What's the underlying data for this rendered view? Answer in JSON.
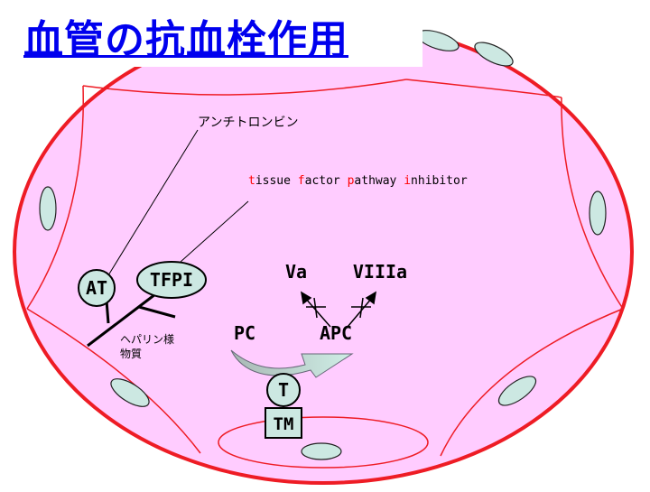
{
  "title": "血管の抗血栓作用",
  "labels": {
    "antithrombin": "アンチトロンビン",
    "tfpi_full": {
      "parts": [
        {
          "initial": "t",
          "rest": "issue"
        },
        {
          "initial": "f",
          "rest": "actor"
        },
        {
          "initial": "p",
          "rest": "athway"
        },
        {
          "initial": "i",
          "rest": "nhibitor"
        }
      ]
    },
    "at": "AT",
    "tfpi": "TFPI",
    "heparin_line1": "ヘパリン様",
    "heparin_line2": "物質",
    "va": "Va",
    "viiia": "VIIIa",
    "pc": "PC",
    "apc": "APC",
    "t": "T",
    "tm": "TM"
  },
  "colors": {
    "title": "#0000ee",
    "vessel_fill": "#ffccff",
    "vessel_outline": "#ee1c25",
    "cell_fill": "#cce8e2",
    "initial_letter": "#ff0000",
    "arrow_gradient_start": "#a8b8b4",
    "arrow_gradient_end": "#cfeee6"
  }
}
